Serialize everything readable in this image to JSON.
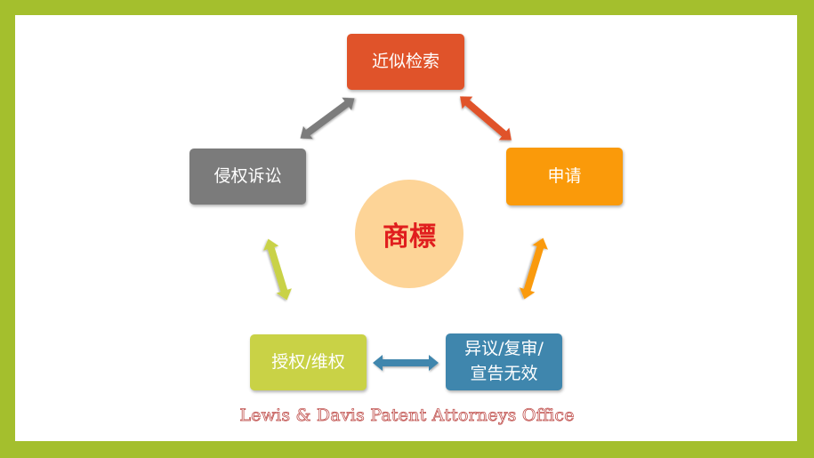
{
  "center": {
    "label": "商標",
    "color": "#e01e1e",
    "fill": "#fdd497"
  },
  "nodes": {
    "search": {
      "label": "近似检索",
      "color": "#e0532a"
    },
    "apply": {
      "label": "申请",
      "color": "#fa9a0a"
    },
    "opposition": {
      "line1": "异议/复审/",
      "line2": "宣告无效",
      "color": "#3f86ad"
    },
    "grant": {
      "label": "授权/维权",
      "color": "#c9d246"
    },
    "litigation": {
      "label": "侵权诉讼",
      "color": "#7b7b7b"
    }
  },
  "footer": {
    "text": "Lewis & Davis Patent Attorneys Office"
  },
  "frame_color": "#a4bf2d"
}
